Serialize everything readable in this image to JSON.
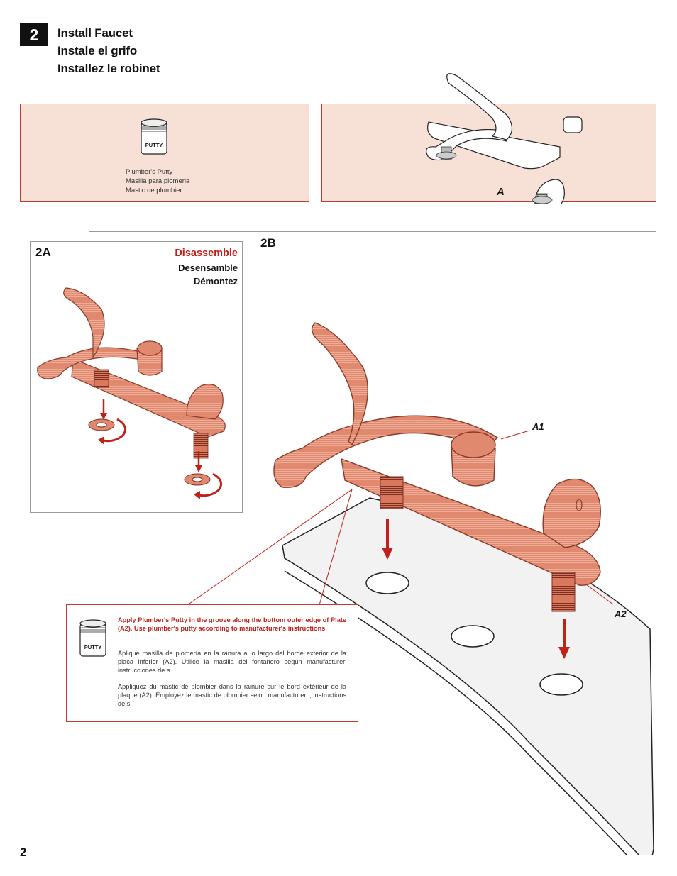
{
  "step": {
    "number": "2",
    "titles": [
      "Install Faucet",
      "Instale el grifo",
      "Installez le robinet"
    ]
  },
  "tools": {
    "putty_jar_label": "PUTTY",
    "captions": [
      "Plumber's Putty",
      "Masilla para plomeria",
      "Mastic de plombier"
    ]
  },
  "parts": {
    "label": "A"
  },
  "sub_2a": {
    "id": "2A",
    "heading": "Disassemble",
    "lines": [
      "Desensamble",
      "Démontez"
    ]
  },
  "sub_2b": {
    "id": "2B",
    "callout_a1": "A1",
    "callout_a2": "A2"
  },
  "note": {
    "putty_jar_label": "PUTTY",
    "en": "Apply Plumber's Putty in the groove along the bottom outer edge of Plate (A2).  Use plumber's putty according to manufacturer's instructions",
    "es": "Aplique masilla de plomería en la ranura a lo largo del borde exterior de la placa inferior (A2).  Utilice la masilla del fontanero según manufacturer' instrucciones de s.",
    "fr": "Appliquez du mastic de plombier dans la rainure sur le bord extérieur de la plaque (A2).  Employez le mastic de plombier selon manufacturer' ; instructions de s."
  },
  "page_number": "2",
  "colors": {
    "accent_red": "#c23b33",
    "panel_bg": "#f7e0d6",
    "faucet_fill": "#e1896f",
    "faucet_stroke": "#8a3a2a"
  }
}
